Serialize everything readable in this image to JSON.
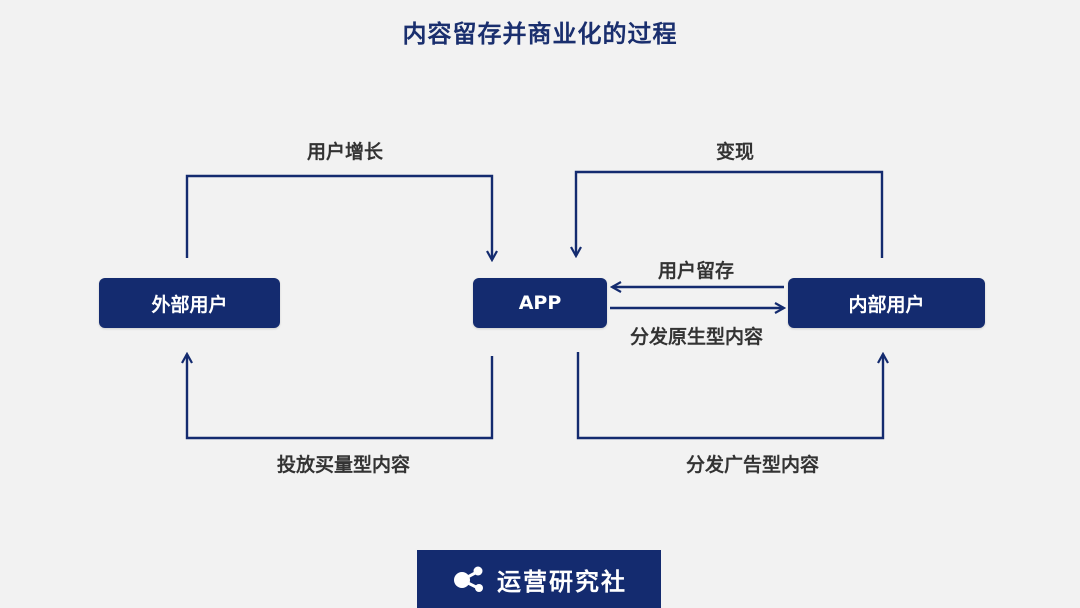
{
  "title": "内容留存并商业化的过程",
  "nodes": {
    "external_users": "外部用户",
    "app": "APP",
    "internal_users": "内部用户"
  },
  "edges": {
    "user_growth": "用户增长",
    "monetization": "变现",
    "user_retention": "用户留存",
    "distribute_native": "分发原生型内容",
    "paid_content": "投放买量型内容",
    "distribute_ads": "分发广告型内容"
  },
  "logo": {
    "text": "运营研究社",
    "icon": "molecule-icon"
  },
  "colors": {
    "primary": "#142b6f",
    "title": "#1a2f6e",
    "label": "#333333",
    "background": "#f2f2f2"
  }
}
